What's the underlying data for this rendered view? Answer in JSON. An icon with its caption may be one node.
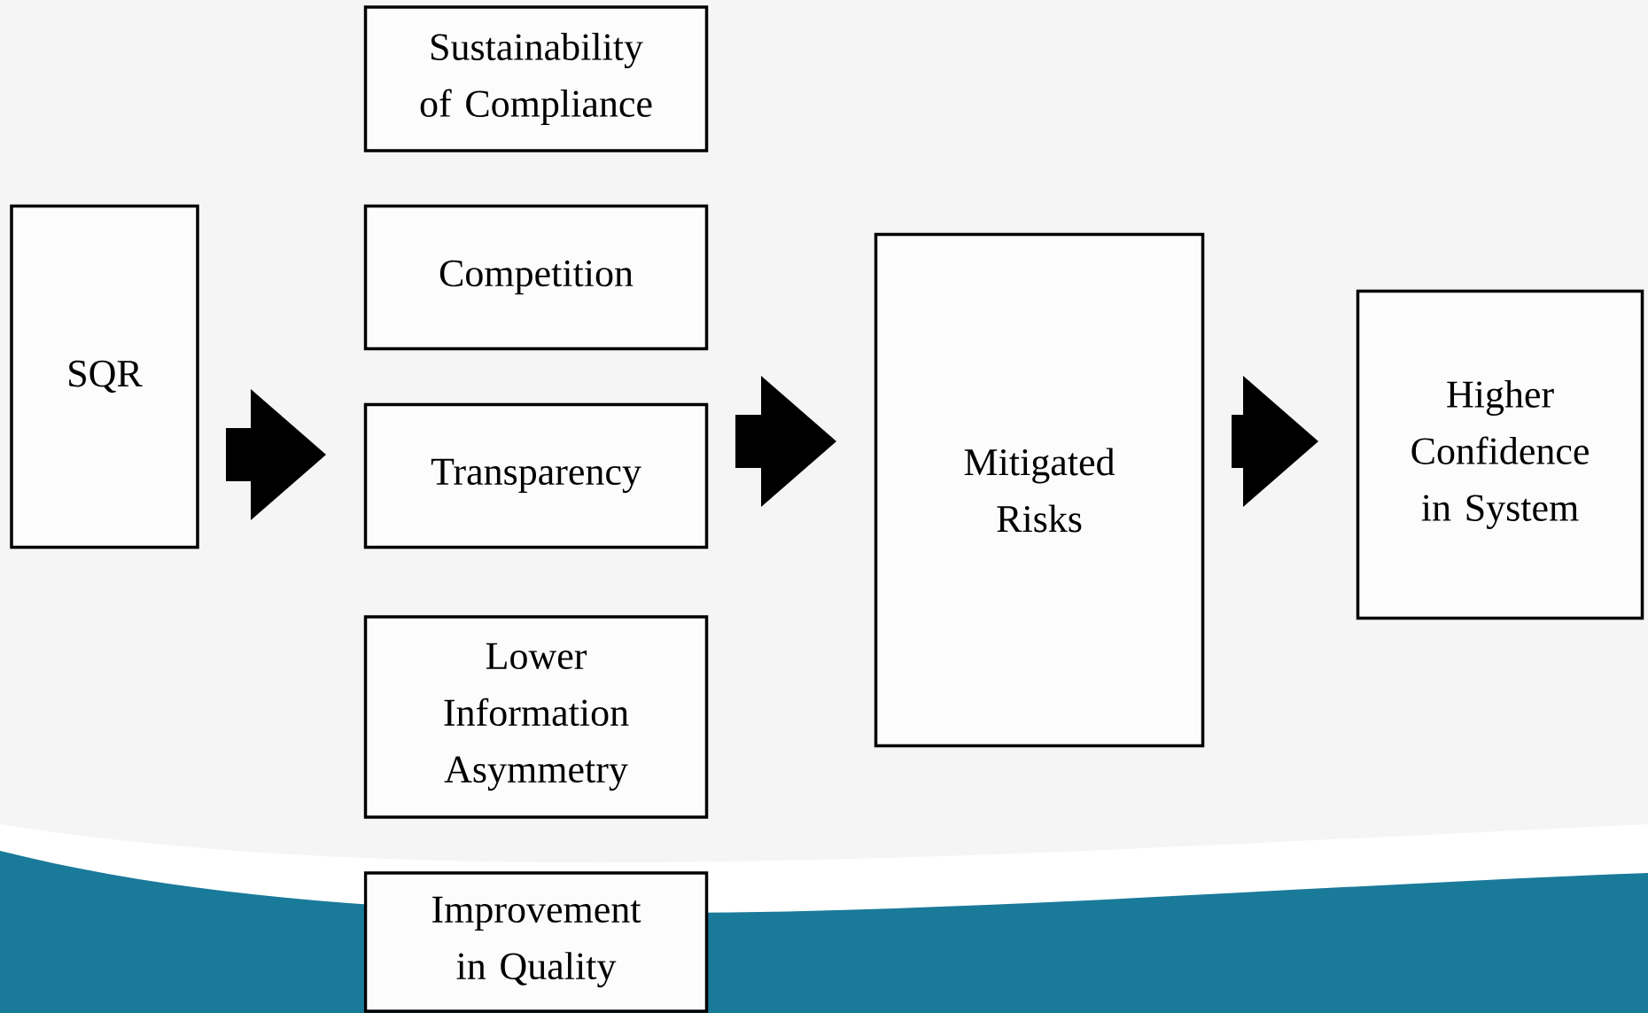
{
  "diagram": {
    "nodes": [
      {
        "text": [
          "SQR"
        ]
      },
      {
        "text": [
          "Sustainability of Compliance"
        ]
      },
      {
        "text": [
          "Competition"
        ]
      },
      {
        "text": [
          "Transparency"
        ]
      },
      {
        "text": [
          "Lower Information Asymmetry"
        ]
      },
      {
        "text": [
          "Improvement in Quality"
        ]
      },
      {
        "text": [
          "Mitigated Risks"
        ]
      },
      {
        "text": [
          "Higher Confidence in System"
        ]
      }
    ],
    "edges": [
      {
        "from": 0,
        "to": 3,
        "arrow": "to"
      },
      {
        "from": 3,
        "to": 6,
        "arrow": "to"
      },
      {
        "from": 6,
        "to": 7,
        "arrow": "to"
      }
    ]
  }
}
